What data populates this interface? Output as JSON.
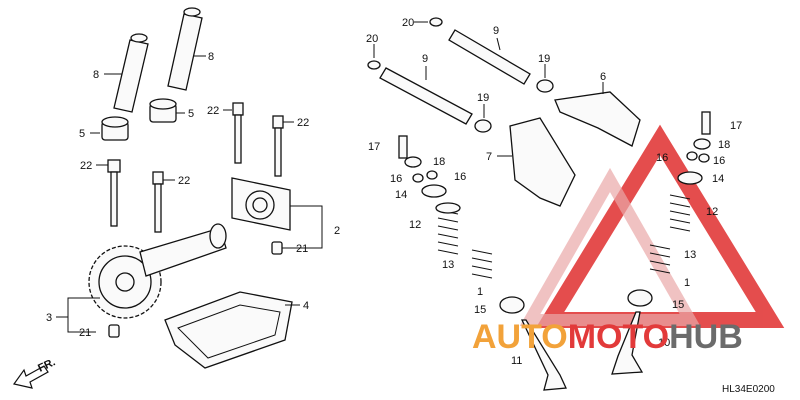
{
  "diagram": {
    "code": "HL34E0200",
    "direction_label": "FR.",
    "callouts": [
      {
        "id": "c20a",
        "text": "20"
      },
      {
        "id": "c9a",
        "text": "9"
      },
      {
        "id": "c20b",
        "text": "20"
      },
      {
        "id": "c9b",
        "text": "9"
      },
      {
        "id": "c19a",
        "text": "19"
      },
      {
        "id": "c19b",
        "text": "19"
      },
      {
        "id": "c6",
        "text": "6"
      },
      {
        "id": "c7",
        "text": "7"
      },
      {
        "id": "c17a",
        "text": "17"
      },
      {
        "id": "c18a",
        "text": "18"
      },
      {
        "id": "c16a",
        "text": "16"
      },
      {
        "id": "c16b",
        "text": "16"
      },
      {
        "id": "c14a",
        "text": "14"
      },
      {
        "id": "c12a",
        "text": "12"
      },
      {
        "id": "c13a",
        "text": "13"
      },
      {
        "id": "c1a",
        "text": "1"
      },
      {
        "id": "c15a",
        "text": "15"
      },
      {
        "id": "c11",
        "text": "11"
      },
      {
        "id": "c17b",
        "text": "17"
      },
      {
        "id": "c18b",
        "text": "18"
      },
      {
        "id": "c16c",
        "text": "16"
      },
      {
        "id": "c16d",
        "text": "16"
      },
      {
        "id": "c14b",
        "text": "14"
      },
      {
        "id": "c12b",
        "text": "12"
      },
      {
        "id": "c13b",
        "text": "13"
      },
      {
        "id": "c1b",
        "text": "1"
      },
      {
        "id": "c15b",
        "text": "15"
      },
      {
        "id": "c10",
        "text": "10"
      },
      {
        "id": "c8a",
        "text": "8"
      },
      {
        "id": "c8b",
        "text": "8"
      },
      {
        "id": "c5a",
        "text": "5"
      },
      {
        "id": "c5b",
        "text": "5"
      },
      {
        "id": "c22a",
        "text": "22"
      },
      {
        "id": "c22b",
        "text": "22"
      },
      {
        "id": "c22c",
        "text": "22"
      },
      {
        "id": "c22d",
        "text": "22"
      },
      {
        "id": "c2",
        "text": "2"
      },
      {
        "id": "c21a",
        "text": "21"
      },
      {
        "id": "c3",
        "text": "3"
      },
      {
        "id": "c21b",
        "text": "21"
      },
      {
        "id": "c4",
        "text": "4"
      }
    ]
  },
  "watermark": {
    "part1": "AUTO",
    "part2": "MOTO",
    "part3": "HUB",
    "color_red": "#e23a3a",
    "color_orange": "#f2a23a",
    "color_gray": "#6b6b6b"
  }
}
